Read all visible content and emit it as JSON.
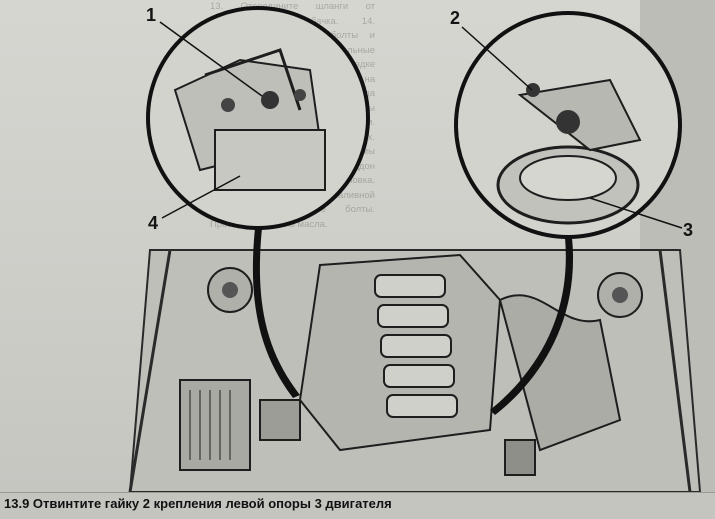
{
  "figure": {
    "callouts": [
      "1",
      "2",
      "3",
      "4"
    ],
    "bleed_through_text": "13. Отсоедините шланги от расширительного бачка. 14. Выверните крепёжные болты и снимите радиатор. Остальные детали снимаются в порядке обратном снятию. 15. Установите на место. Подсоедините провода генератора. Затяните болты крепления моментом 8 Нм. Установите на место кожух. Подсоедините шланги системы охлаждения. Съемный поддон двигателя снятие и установка. Снимите крышку маслозаливной горловины. Отверните болты. Проверьте уровень масла."
  },
  "caption": {
    "text": "13.9 Отвинтите гайку 2 крепления левой опоры 3 двигателя"
  }
}
